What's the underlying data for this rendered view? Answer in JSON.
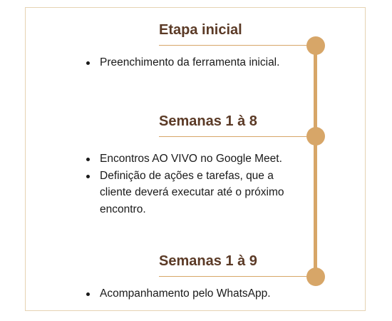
{
  "stages": [
    {
      "title": "Etapa inicial",
      "items": [
        "Preenchimento da ferramenta inicial."
      ]
    },
    {
      "title": "Semanas 1 à 8",
      "items": [
        "Encontros AO VIVO no Google Meet.",
        "Definição de ações e tarefas, que a cliente deverá executar até o próximo encontro."
      ]
    },
    {
      "title": "Semanas 1 à 9",
      "items": [
        "Acompanhamento pelo WhatsApp."
      ]
    }
  ],
  "colors": {
    "accent": "#d7a668",
    "title": "#5b3a26",
    "border": "#e6d3b3",
    "text": "#1a1a1a"
  }
}
